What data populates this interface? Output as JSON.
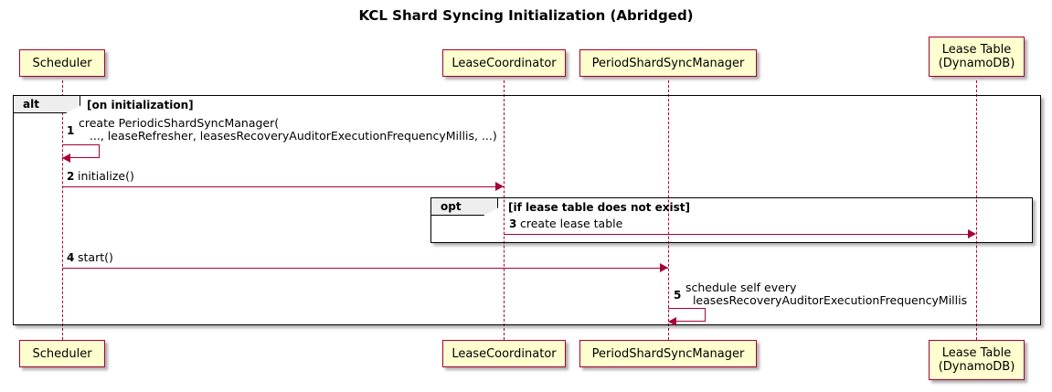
{
  "title": "KCL Shard Syncing Initialization (Abridged)",
  "diagram_type": "sequence",
  "colors": {
    "participant_fill": "#FEFECE",
    "participant_border": "#A80036",
    "arrow": "#A80036",
    "fragment_border": "#000000",
    "fragment_tab_fill": "#EEEEEE",
    "background": "#FFFFFF"
  },
  "participants": [
    {
      "id": "scheduler",
      "label": "Scheduler"
    },
    {
      "id": "lease_coordinator",
      "label": "LeaseCoordinator"
    },
    {
      "id": "period_shard_sync_manager",
      "label": "PeriodShardSyncManager"
    },
    {
      "id": "lease_table",
      "label": "Lease Table\n(DynamoDB)"
    }
  ],
  "fragments": [
    {
      "id": "alt",
      "type": "alt",
      "label": "alt",
      "guard": "[on initialization]"
    },
    {
      "id": "opt",
      "type": "opt",
      "label": "opt",
      "guard": "[if lease table does not exist]"
    }
  ],
  "messages": [
    {
      "number": "1",
      "from": "scheduler",
      "to": "scheduler",
      "self": true,
      "text": "create PeriodicShardSyncManager(\n   ..., leaseRefresher, leasesRecoveryAuditorExecutionFrequencyMillis, ...)"
    },
    {
      "number": "2",
      "from": "scheduler",
      "to": "lease_coordinator",
      "self": false,
      "text": "initialize()"
    },
    {
      "number": "3",
      "from": "lease_coordinator",
      "to": "lease_table",
      "self": false,
      "text": "create lease table"
    },
    {
      "number": "4",
      "from": "scheduler",
      "to": "period_shard_sync_manager",
      "self": false,
      "text": "start()"
    },
    {
      "number": "5",
      "from": "period_shard_sync_manager",
      "to": "period_shard_sync_manager",
      "self": true,
      "text": "schedule self every\n  leasesRecoveryAuditorExecutionFrequencyMillis"
    }
  ]
}
